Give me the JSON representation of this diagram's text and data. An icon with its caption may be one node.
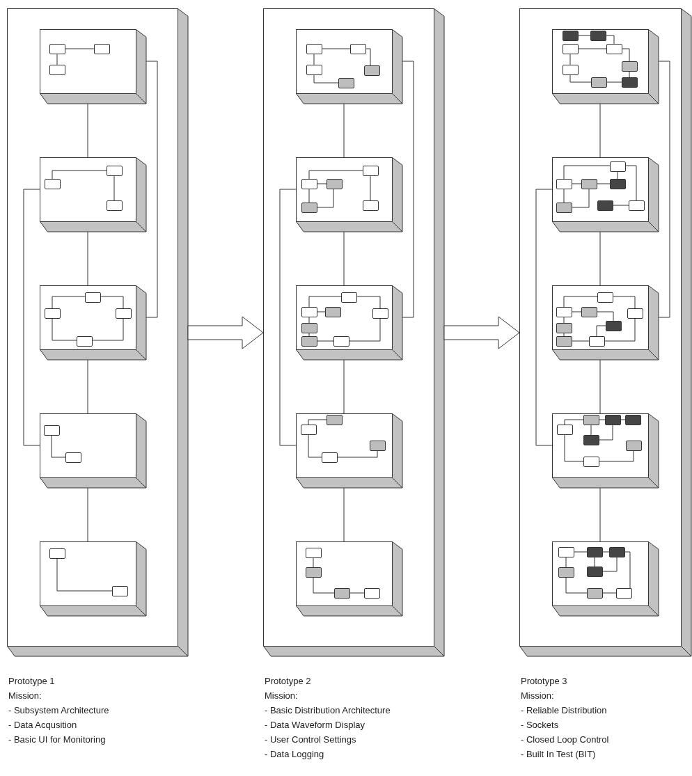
{
  "diagram": {
    "nodes": [
      {
        "text": [],
        "shape": "box",
        "beside": [
          "Prototype 1",
          "Mission:",
          "- Subsystem Architecture",
          "- Data Acqusition",
          "- Basic UI for Monitoring"
        ]
      },
      {
        "text": [],
        "shape": "box",
        "in": 0
      },
      {
        "text": [],
        "shape": "box",
        "in": 0
      },
      {
        "text": [],
        "shape": "box",
        "in": 0
      },
      {
        "text": [],
        "shape": "box",
        "in": 0
      },
      {
        "text": [],
        "shape": "box",
        "in": 0
      },
      {
        "text": [],
        "shape": "box",
        "beside": [
          "Prototype 2",
          "Mission:",
          "- Basic Distribution Architecture",
          "- Data Waveform Display",
          "- User Control Settings",
          "- Data Logging"
        ]
      },
      {
        "text": [],
        "shape": "box",
        "in": 6
      },
      {
        "text": [],
        "shape": "box",
        "in": 6
      },
      {
        "text": [],
        "shape": "box",
        "in": 6
      },
      {
        "text": [],
        "shape": "box",
        "in": 6
      },
      {
        "text": [],
        "shape": "box",
        "in": 6
      },
      {
        "text": [],
        "shape": "box",
        "beside": [
          "Prototype 3",
          "Mission:",
          "- Reliable Distribution",
          "- Sockets",
          "- Closed Loop Control",
          "- Built In Test (BIT)"
        ]
      },
      {
        "text": [],
        "shape": "box",
        "in": 12
      },
      {
        "text": [],
        "shape": "box",
        "in": 12
      },
      {
        "text": [],
        "shape": "box",
        "in": 12
      },
      {
        "text": [],
        "shape": "box",
        "in": 12
      },
      {
        "text": [],
        "shape": "box",
        "in": 12
      }
    ],
    "edges": [
      {
        "from": 1,
        "to": 2,
        "arrow": "none"
      },
      {
        "from": 2,
        "to": 3,
        "arrow": "none"
      },
      {
        "from": 3,
        "to": 4,
        "arrow": "none"
      },
      {
        "from": 4,
        "to": 5,
        "arrow": "none"
      },
      {
        "from": 1,
        "to": 3,
        "arrow": "none"
      },
      {
        "from": 2,
        "to": 4,
        "arrow": "none"
      },
      {
        "from": 7,
        "to": 8,
        "arrow": "none"
      },
      {
        "from": 8,
        "to": 9,
        "arrow": "none"
      },
      {
        "from": 9,
        "to": 10,
        "arrow": "none"
      },
      {
        "from": 10,
        "to": 11,
        "arrow": "none"
      },
      {
        "from": 7,
        "to": 9,
        "arrow": "none"
      },
      {
        "from": 8,
        "to": 10,
        "arrow": "none"
      },
      {
        "from": 13,
        "to": 14,
        "arrow": "none"
      },
      {
        "from": 14,
        "to": 15,
        "arrow": "none"
      },
      {
        "from": 15,
        "to": 16,
        "arrow": "none"
      },
      {
        "from": 16,
        "to": 17,
        "arrow": "none"
      },
      {
        "from": 13,
        "to": 15,
        "arrow": "none"
      },
      {
        "from": 14,
        "to": 16,
        "arrow": "none"
      },
      {
        "from": 0,
        "to": 6,
        "arrow": "to"
      },
      {
        "from": 6,
        "to": 12,
        "arrow": "to"
      }
    ]
  }
}
